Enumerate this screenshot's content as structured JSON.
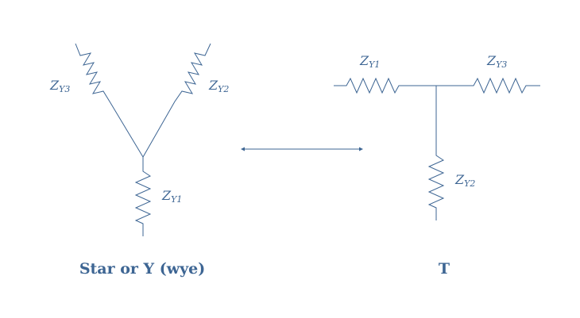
{
  "colors": {
    "stroke": "#3d6593",
    "text": "#3d6593"
  },
  "star": {
    "caption": "Star or Y (wye)",
    "labels": {
      "zy3": {
        "main": "Z",
        "sub": "Y3"
      },
      "zy2": {
        "main": "Z",
        "sub": "Y2"
      },
      "zy1": {
        "main": "Z",
        "sub": "Y1"
      }
    }
  },
  "tee": {
    "caption": "T",
    "labels": {
      "zy1": {
        "main": "Z",
        "sub": "Y1"
      },
      "zy3": {
        "main": "Z",
        "sub": "Y3"
      },
      "zy2": {
        "main": "Z",
        "sub": "Y2"
      }
    }
  },
  "connector": {
    "type": "double-arrow"
  }
}
